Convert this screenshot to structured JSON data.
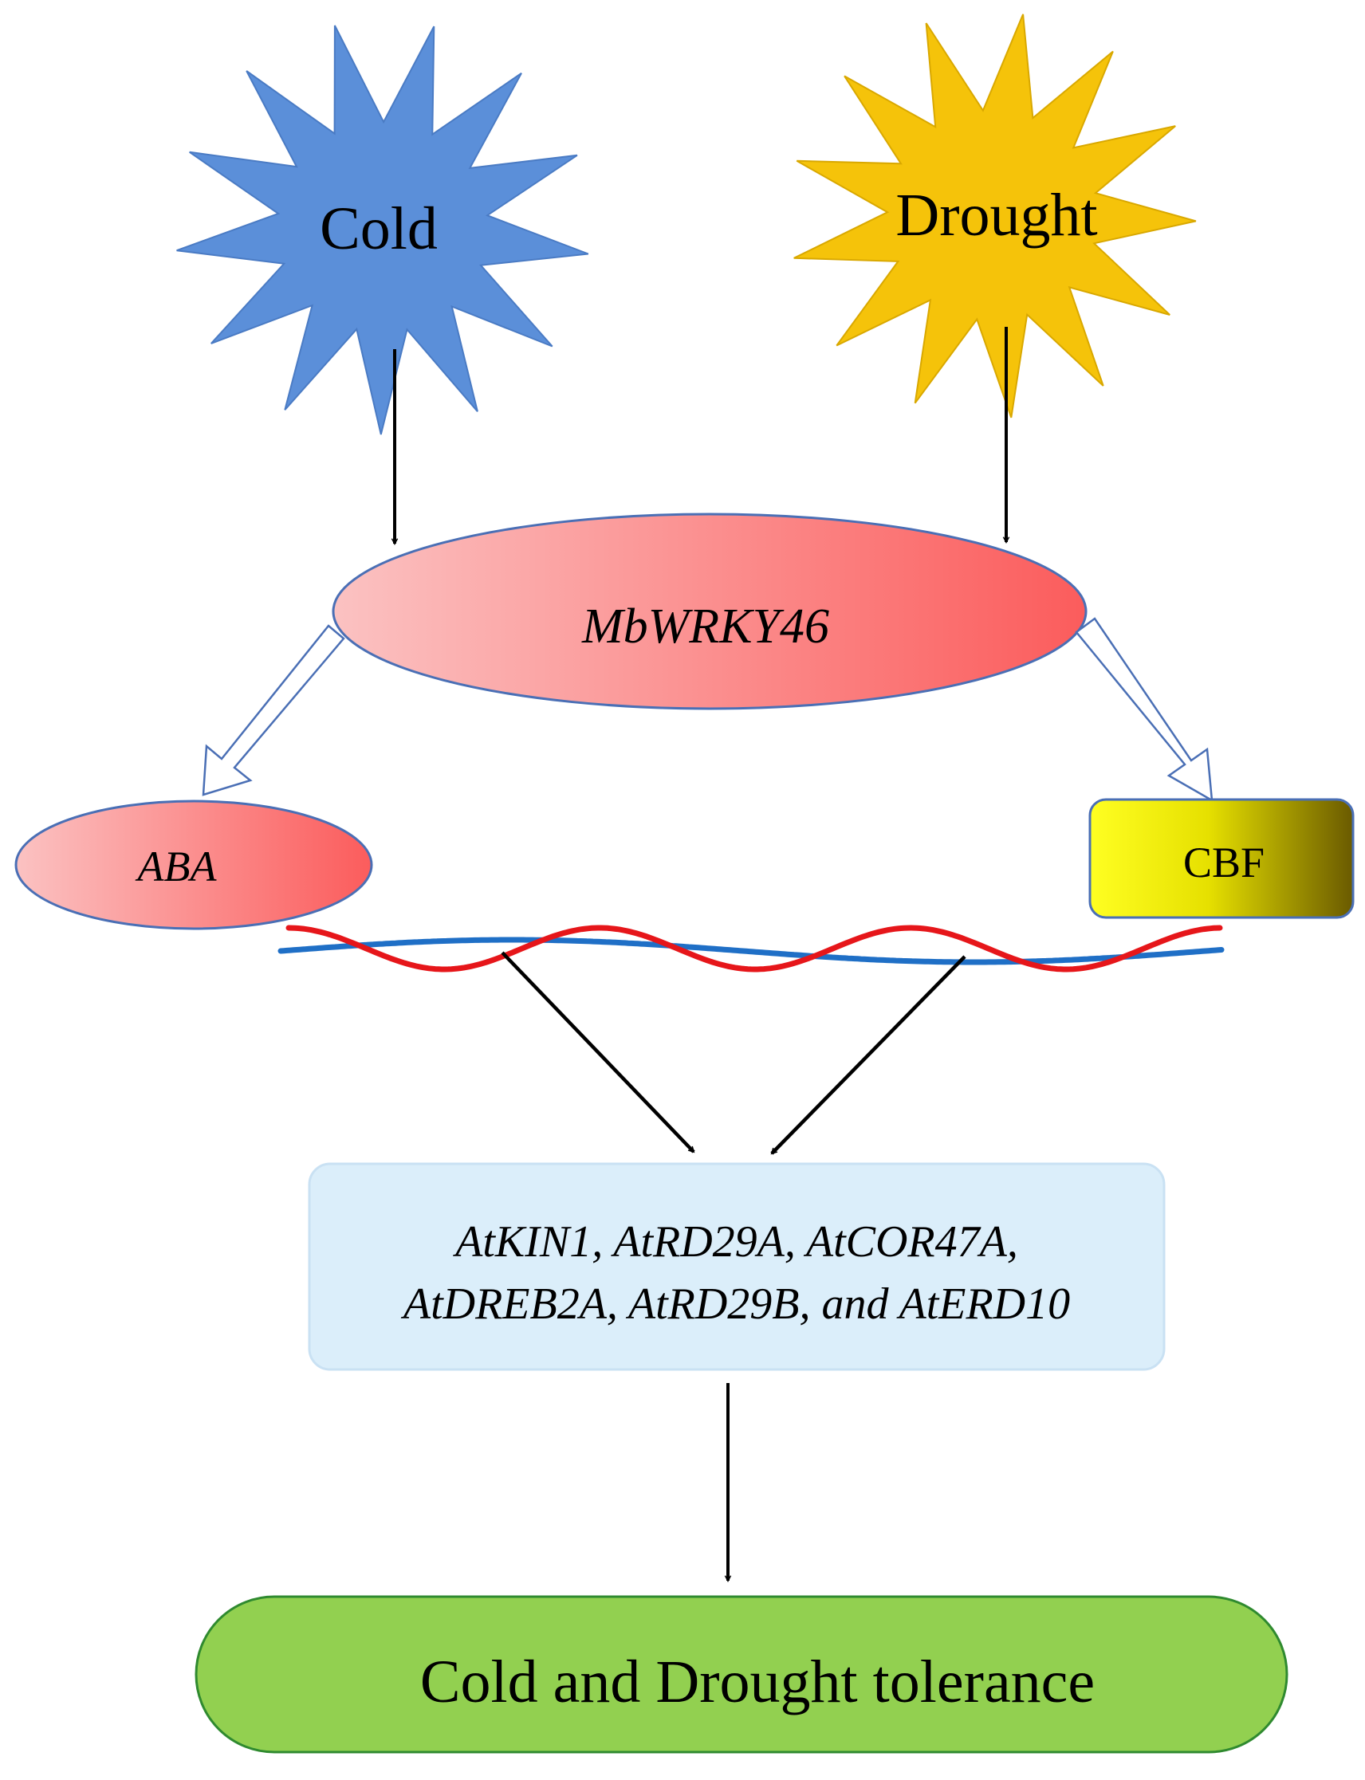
{
  "nodes": {
    "cold": {
      "label": "Cold",
      "color": "#5b8fd9"
    },
    "drought": {
      "label": "Drought",
      "color": "#f5c30a"
    },
    "mbwrky46": {
      "label": "MbWRKY46",
      "gradient": [
        "#fbbcbc",
        "#fb5f5f"
      ]
    },
    "aba": {
      "label": "ABA",
      "gradient": [
        "#fbbcbc",
        "#fb5f5f"
      ]
    },
    "cbf": {
      "label": "CBF",
      "gradient": [
        "#ffff1a",
        "#6f5f00"
      ]
    },
    "target_genes": {
      "line1": "AtKIN1, AtRD29A, AtCOR47A,",
      "line2": "AtDREB2A, AtRD29B, and AtERD10",
      "color": "#dbeefa"
    },
    "tolerance": {
      "label": "Cold and Drought tolerance",
      "color": "#92d050"
    }
  },
  "dna": {
    "strand_colors": [
      "#1f6fc6",
      "#e6161a"
    ]
  }
}
